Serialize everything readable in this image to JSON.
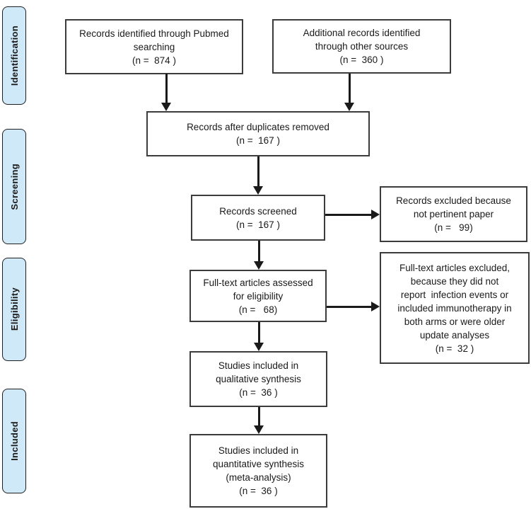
{
  "diagram": {
    "type": "prisma-flowchart",
    "colors": {
      "stage_fill": "#cfe9f8",
      "stage_border": "#1f1f1f",
      "box_border": "#3c3c3c",
      "box_fill": "#ffffff",
      "arrow": "#1a1a1a",
      "text": "#1a1a1a",
      "background": "#ffffff"
    },
    "stages": [
      {
        "id": "identification",
        "label": "Identification"
      },
      {
        "id": "screening",
        "label": "Screening"
      },
      {
        "id": "eligibility",
        "label": "Eligibility"
      },
      {
        "id": "included",
        "label": "Included"
      }
    ],
    "boxes": [
      {
        "id": "records-identified-pubmed",
        "text": "Records identified through Pubmed\nsearching\n(n =  874 )"
      },
      {
        "id": "additional-records",
        "text": "Additional records identified\nthrough other sources\n(n =  360 )"
      },
      {
        "id": "after-duplicates-removed",
        "text": "Records after duplicates removed\n(n =  167 )"
      },
      {
        "id": "records-screened",
        "text": "Records screened\n(n =  167 )"
      },
      {
        "id": "records-excluded",
        "text": "Records excluded because\nnot pertinent paper\n(n =   99)"
      },
      {
        "id": "fulltext-assessed",
        "text": "Full-text articles assessed\nfor eligibility\n(n =   68)"
      },
      {
        "id": "fulltext-excluded",
        "text": "Full-text articles excluded,\nbecause they did not\nreport  infection events or\nincluded immunotherapy in\nboth arms or were older\nupdate analyses\n(n =  32 )"
      },
      {
        "id": "qualitative-synthesis",
        "text": "Studies included in\nqualitative synthesis\n(n =  36 )"
      },
      {
        "id": "quantitative-synthesis",
        "text": "Studies included in\nquantitative synthesis\n(meta-analysis)\n(n =  36 )"
      }
    ]
  }
}
